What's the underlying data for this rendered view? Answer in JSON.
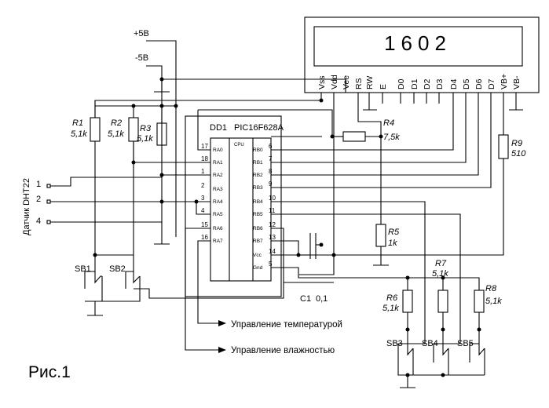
{
  "lcd": {
    "display_text": "1602",
    "pins": [
      "Vss",
      "Vdd",
      "Vee",
      "RS",
      "RW",
      "E",
      "D0",
      "D1",
      "D2",
      "D3",
      "D4",
      "D5",
      "D6",
      "D7",
      "VB+",
      "VB-"
    ]
  },
  "power": {
    "pos": "+5B",
    "neg": "-5B"
  },
  "mcu": {
    "designator": "DD1",
    "part": "PIC16F628A",
    "cpu_label": "CPU",
    "left_pins": [
      {
        "num": "17",
        "name": "RA0"
      },
      {
        "num": "18",
        "name": "RA1"
      },
      {
        "num": "1",
        "name": "RA2"
      },
      {
        "num": "2",
        "name": "RA3"
      },
      {
        "num": "3",
        "name": "RA4"
      },
      {
        "num": "4",
        "name": "RA5"
      },
      {
        "num": "15",
        "name": "RA6"
      },
      {
        "num": "16",
        "name": "RA7"
      }
    ],
    "right_pins": [
      {
        "num": "6",
        "name": "RB0"
      },
      {
        "num": "7",
        "name": "RB1"
      },
      {
        "num": "8",
        "name": "RB2"
      },
      {
        "num": "9",
        "name": "RB3"
      },
      {
        "num": "10",
        "name": "RB4"
      },
      {
        "num": "11",
        "name": "RB5"
      },
      {
        "num": "12",
        "name": "RB6"
      },
      {
        "num": "13",
        "name": "RB7"
      },
      {
        "num": "14",
        "name": "Vcc"
      },
      {
        "num": "5",
        "name": "Gnd"
      }
    ]
  },
  "resistors": {
    "r1": {
      "ref": "R1",
      "val": "5,1k"
    },
    "r2": {
      "ref": "R2",
      "val": "5,1k"
    },
    "r3": {
      "ref": "R3",
      "val": "5,1k"
    },
    "r4": {
      "ref": "R4",
      "val": "7,5k"
    },
    "r5": {
      "ref": "R5",
      "val": "1k"
    },
    "r6": {
      "ref": "R6",
      "val": "5,1k"
    },
    "r7": {
      "ref": "R7",
      "val": "5,1k"
    },
    "r8": {
      "ref": "R8",
      "val": "5,1k"
    },
    "r9": {
      "ref": "R9",
      "val": "510"
    }
  },
  "capacitor": {
    "ref": "C1",
    "val": "0,1"
  },
  "sensor": {
    "label": "Датчик DHT22",
    "pin1": "1",
    "pin2": "2",
    "pin4": "4"
  },
  "buttons": {
    "sb1": "SB1",
    "sb2": "SB2",
    "sb3": "SB3",
    "sb4": "SB4",
    "sb5": "SB5"
  },
  "outputs": {
    "temp": "Управление температурой",
    "hum": "Управление влажностью"
  },
  "figure_caption": "Рис.1"
}
